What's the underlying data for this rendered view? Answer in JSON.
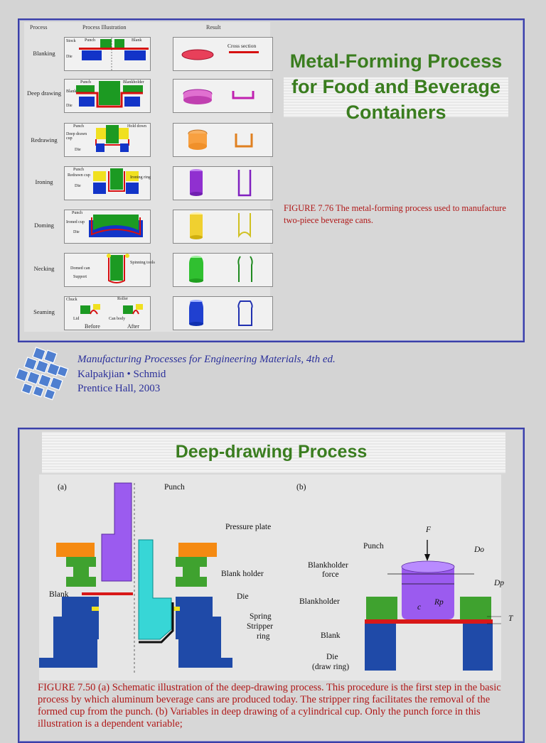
{
  "slide1": {
    "table_headers": {
      "process": "Process",
      "illustration": "Process Illustration",
      "result": "Result"
    },
    "processes": [
      {
        "name": "Blanking",
        "labels": [
          "Stock",
          "Punch",
          "Blank",
          "Die"
        ],
        "result_label": "Cross section"
      },
      {
        "name": "Deep drawing",
        "labels": [
          "Punch",
          "Blankholder",
          "Blank",
          "Die"
        ]
      },
      {
        "name": "Redrawing",
        "labels": [
          "Punch",
          "Hold down",
          "Deep drawn cup",
          "Die"
        ]
      },
      {
        "name": "Ironing",
        "labels": [
          "Punch",
          "Redrawn cup",
          "Ironing ring",
          "Die"
        ]
      },
      {
        "name": "Doming",
        "labels": [
          "Punch",
          "Ironed cup",
          "Die"
        ]
      },
      {
        "name": "Necking",
        "labels": [
          "Spinning tools",
          "Domed can",
          "Support"
        ]
      },
      {
        "name": "Seaming",
        "labels": [
          "Chuck",
          "Roller",
          "Lid",
          "Can body",
          "Before",
          "After"
        ]
      }
    ],
    "title": "Metal-Forming Process for Food and Beverage Containers",
    "caption": "FIGURE  7.76  The metal-forming process used to manufacture two-piece beverage cans."
  },
  "citation": {
    "book": "Manufacturing Processes for Engineering Materials, 4th ed.",
    "authors": "Kalpakjian • Schmid",
    "publisher": "Prentice Hall,  2003"
  },
  "slide2": {
    "title": "Deep-drawing Process",
    "panel_a": {
      "tag": "(a)",
      "labels": [
        "Punch",
        "Pressure plate",
        "Blank holder",
        "Blank",
        "Die",
        "Spring",
        "Stripper",
        "ring"
      ]
    },
    "panel_b": {
      "tag": "(b)",
      "labels": [
        "F",
        "Punch",
        "Blankholder",
        "force",
        "Blankholder",
        "Blank",
        "Die",
        "(draw ring)",
        "Do",
        "Dp",
        "Rp",
        "c",
        "T"
      ]
    },
    "caption": "FIGURE  7.50  (a) Schematic illustration of the deep-drawing process. This procedure is the first step in the basic process by which aluminum beverage cans are produced today. The stripper ring facilitates the removal of the formed cup from the punch. (b) Variables in deep drawing of a cylindrical cup. Only the punch force in this illustration is a dependent variable;"
  },
  "colors": {
    "title_green": "#3a7d1f",
    "caption_red": "#b01818",
    "citation_blue": "#2a2f9a",
    "border_blue": "#3a3fa8"
  }
}
